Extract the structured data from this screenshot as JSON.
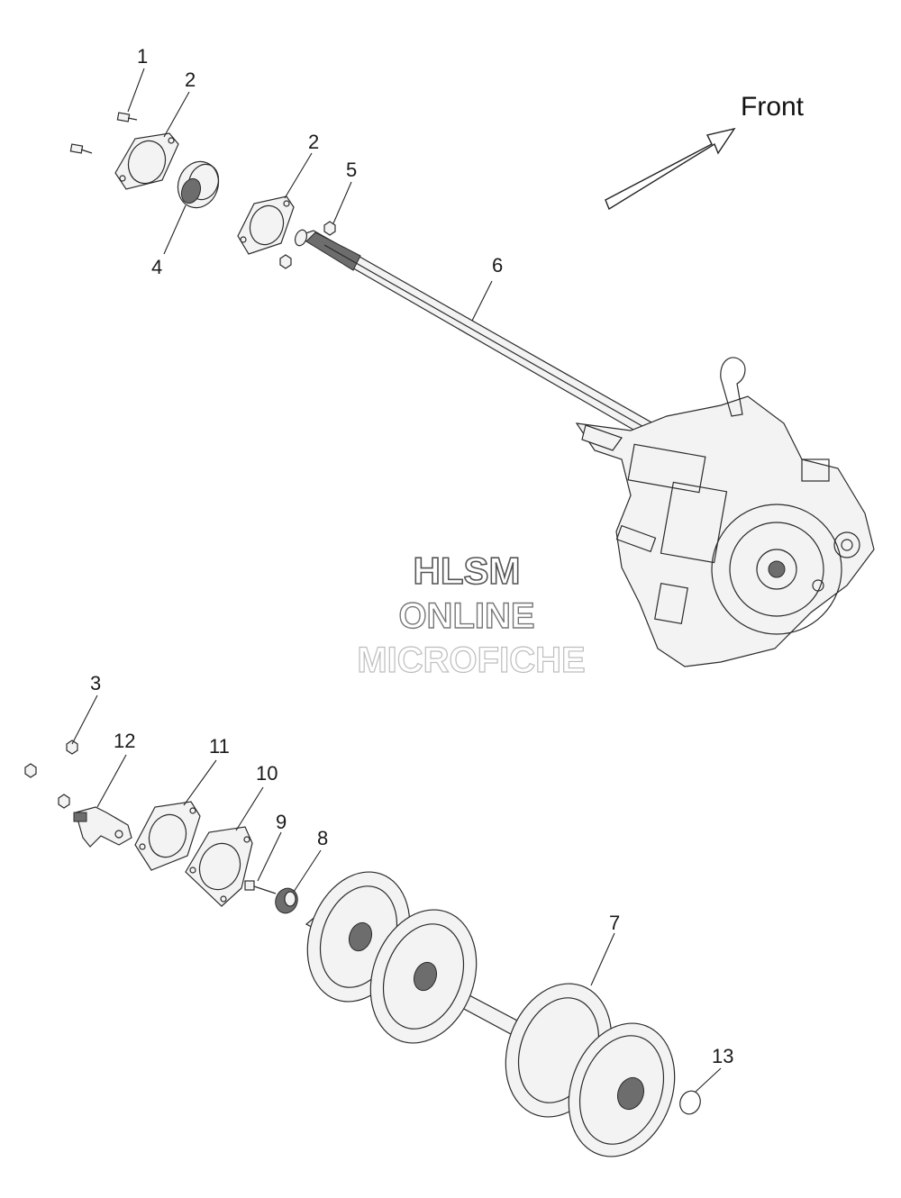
{
  "front_label": "Front",
  "watermark": {
    "line1": "HLSM",
    "line2": "ONLINE",
    "line3": "MICROFICHE"
  },
  "callouts": {
    "c1": "1",
    "c2a": "2",
    "c2b": "2",
    "c3": "3",
    "c4": "4",
    "c5": "5",
    "c6": "6",
    "c7": "7",
    "c8": "8",
    "c9": "9",
    "c10": "10",
    "c11": "11",
    "c12": "12",
    "c13": "13"
  },
  "colors": {
    "line": "#2b2b2b",
    "watermark_stroke": "#555555",
    "watermark_light": "#bdbdbd"
  }
}
